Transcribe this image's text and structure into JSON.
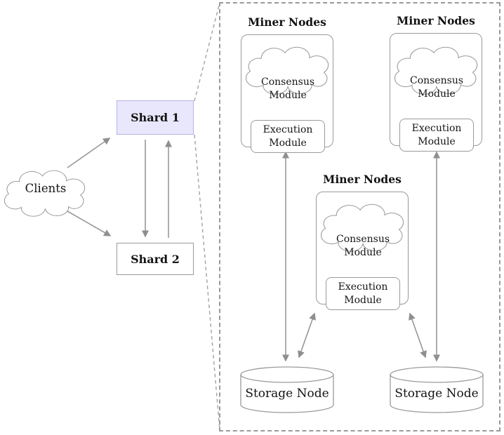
{
  "left_panel": {
    "clients_label": "Clients",
    "shard1_label": "Shard 1",
    "shard2_label": "Shard 2"
  },
  "detail_panel": {
    "miner_groups": [
      {
        "title": "Miner Nodes",
        "consensus": "Consensus Module",
        "execution": "Execution Module"
      },
      {
        "title": "Miner Nodes",
        "consensus": "Consensus Module",
        "execution": "Execution Module"
      },
      {
        "title": "Miner Nodes",
        "consensus": "Consensus Module",
        "execution": "Execution Module"
      }
    ],
    "storage_nodes": [
      {
        "label": "Storage Node"
      },
      {
        "label": "Storage Node"
      }
    ]
  },
  "colors": {
    "shard1_fill": "#e9e7fb",
    "shard1_border": "#b7b4e2",
    "connector_gray": "#979797",
    "arrowhead_gray": "#8f8f8f",
    "border_gray": "#9a9a9a",
    "text": "#141414"
  }
}
